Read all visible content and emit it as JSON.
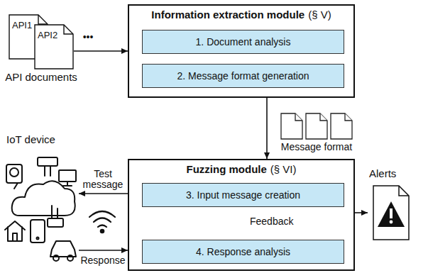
{
  "diagram": {
    "nodes": [
      {
        "text": [
          "Information extraction module",
          "(§ V)"
        ]
      },
      {
        "text": [
          "1. Document analysis"
        ],
        "in": 0
      },
      {
        "text": [
          "2. Message format generation"
        ],
        "in": 0
      },
      {
        "text": [
          "Fuzzing module",
          "(§ VI)"
        ]
      },
      {
        "text": [
          "3. Input message creation"
        ],
        "in": 3
      },
      {
        "text": [
          "4. Response analysis"
        ],
        "in": 3
      },
      {
        "text": [
          "API1"
        ]
      },
      {
        "text": [
          "API2"
        ]
      },
      {
        "text": [
          "IoT device"
        ]
      },
      {
        "text": [
          "Alerts"
        ]
      }
    ],
    "edges": [
      {
        "from": 7,
        "to": 0,
        "arrow": "to"
      },
      {
        "from": 0,
        "to": 3,
        "arrow": "to"
      },
      {
        "from": 3,
        "to": 8,
        "label": "Test message",
        "arrow": "to"
      },
      {
        "from": 8,
        "to": 3,
        "label": "Response",
        "arrow": "to"
      },
      {
        "from": 5,
        "to": 4,
        "label": "Feedback",
        "arrow": "to"
      },
      {
        "from": 3,
        "to": 9,
        "arrow": "to"
      }
    ],
    "labels": [
      "•••",
      "API documents",
      "Message format"
    ]
  }
}
